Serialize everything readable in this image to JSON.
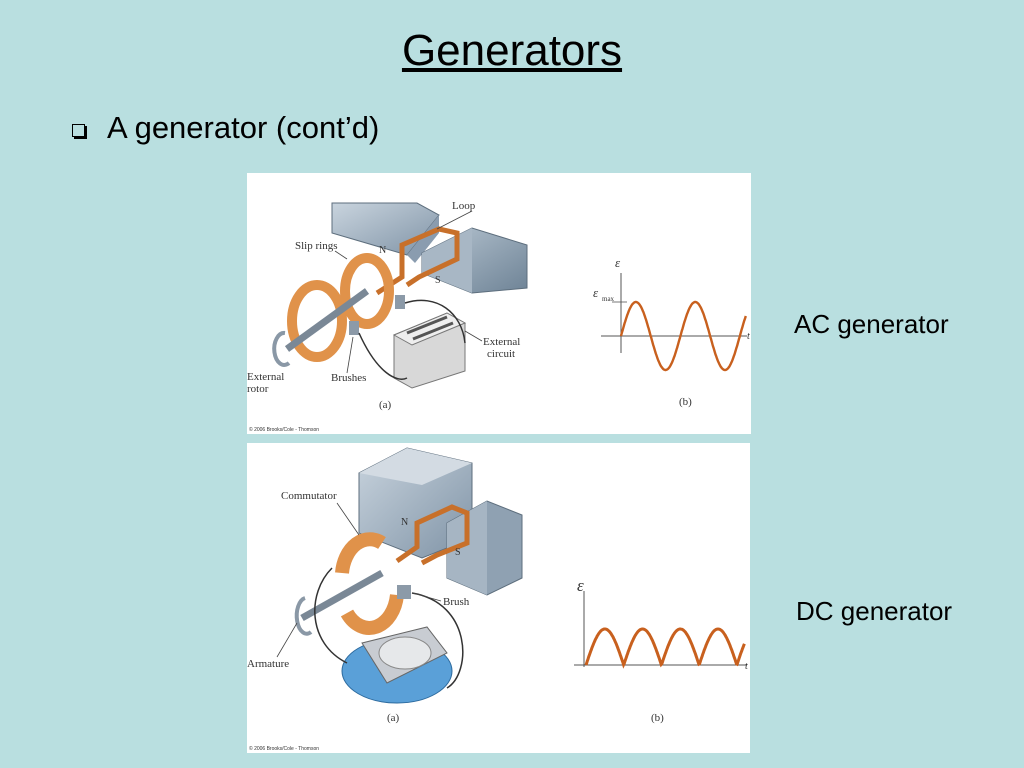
{
  "slide": {
    "title": "Generators",
    "bullet": "A generator  (cont’d)"
  },
  "ac_figure": {
    "side_label": "AC generator",
    "labels": {
      "loop": "Loop",
      "slip_rings": "Slip rings",
      "north": "N",
      "south": "S",
      "external_circuit_1": "External",
      "external_circuit_2": "circuit",
      "external_rotor_1": "External",
      "external_rotor_2": "rotor",
      "brushes": "Brushes",
      "part_a": "(a)",
      "part_b": "(b)",
      "copyright": "© 2006 Brooks/Cole - Thomson",
      "y_axis": "ε",
      "y_max": "ε",
      "y_max_sub": "max",
      "x_axis": "t"
    }
  },
  "dc_figure": {
    "side_label": "DC generator",
    "labels": {
      "commutator": "Commutator",
      "north": "N",
      "south": "S",
      "brush": "Brush",
      "armature": "Armature",
      "part_a": "(a)",
      "part_b": "(b)",
      "copyright": "© 2006 Brooks/Cole - Thomson",
      "y_axis": "ε",
      "x_axis": "t"
    }
  },
  "colors": {
    "background": "#b9dfe0",
    "copper": "#c8702a",
    "magnet": "#9aaab8",
    "wave": "#c8601e"
  }
}
